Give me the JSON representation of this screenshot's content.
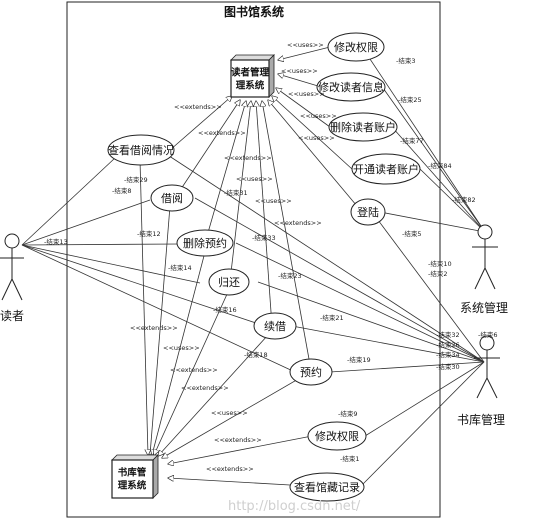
{
  "title": "图书馆系统",
  "actors": {
    "reader": "读者",
    "sys_admin": "系统管理",
    "lib_admin": "书库管理"
  },
  "systems": {
    "reader_mgmt": "读者管理\n理系统",
    "library_mgmt": "书库管\n理系统"
  },
  "use_cases": {
    "modify_perm_top": "修改权限",
    "modify_reader_info": "修改读者信息",
    "delete_reader_account": "删除读者账户",
    "open_reader_account": "开通读者账户",
    "login": "登陆",
    "view_borrow": "查看借阅情况",
    "borrow": "借阅",
    "delete_reservation": "删除预约",
    "return": "归还",
    "renew": "续借",
    "reserve": "预约",
    "modify_perm_bottom": "修改权限",
    "view_collection": "查看馆藏记录"
  },
  "relation_labels": {
    "uses": "<<uses>>",
    "extends": "<<extends>>"
  },
  "edge_labels": {
    "e3": "-结束3",
    "e25": "-结束25",
    "e77": "-结束77",
    "e84": "-结束84",
    "e82": "-结束82",
    "e5": "-结束5",
    "e10": "-结束10",
    "e2": "-结束2",
    "e29": "-结束29",
    "e8": "-结束8",
    "e13": "-结束13",
    "e31": "-结束31",
    "e12": "-结束12",
    "e33": "-结束33",
    "e14": "-结束14",
    "e23": "-结束23",
    "e16": "-结束16",
    "e21": "-结束21",
    "e18": "-结束18",
    "e19": "-结束19",
    "e9": "-结束9",
    "e1": "-结束1",
    "e32": "-结束32",
    "e6": "-结束6",
    "e26": "-结束26",
    "e34": "-结束34",
    "e30": "-结束30"
  },
  "watermark": "http://blog.csdn.net/"
}
